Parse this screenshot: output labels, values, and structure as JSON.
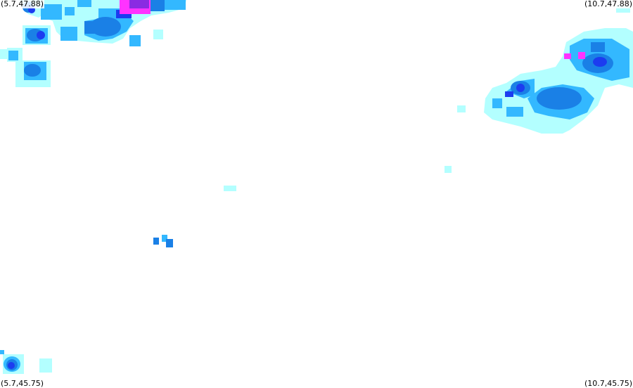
{
  "map": {
    "type": "precipitation-radar",
    "corners": {
      "top_left": "(5.7,47.88)",
      "top_right": "(10.7,47.88)",
      "bottom_left": "(5.7,45.75)",
      "bottom_right": "(10.7,45.75)"
    },
    "colors": {
      "very_light": "#b3ffff",
      "light": "#33b8ff",
      "moderate": "#1a80e6",
      "strong": "#1c3cf0",
      "very_strong": "#ff33ff",
      "background": "#ffffff"
    }
  }
}
